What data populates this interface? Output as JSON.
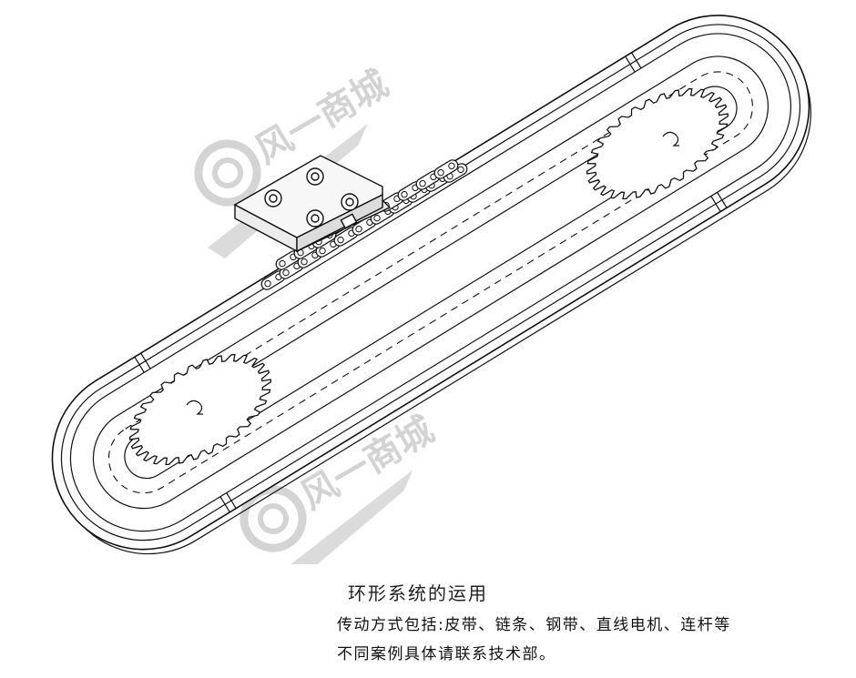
{
  "caption": {
    "title": "环形系统的运用",
    "line1": "传动方式包括:皮带、链条、钢带、直线电机、连杆等",
    "line2": "不同案例具体请联系技术部。"
  },
  "watermark": {
    "text": "风一商城"
  },
  "colors": {
    "line": "#111111",
    "watermark": "#d0d0d0",
    "plate": "#f4f4f4"
  }
}
